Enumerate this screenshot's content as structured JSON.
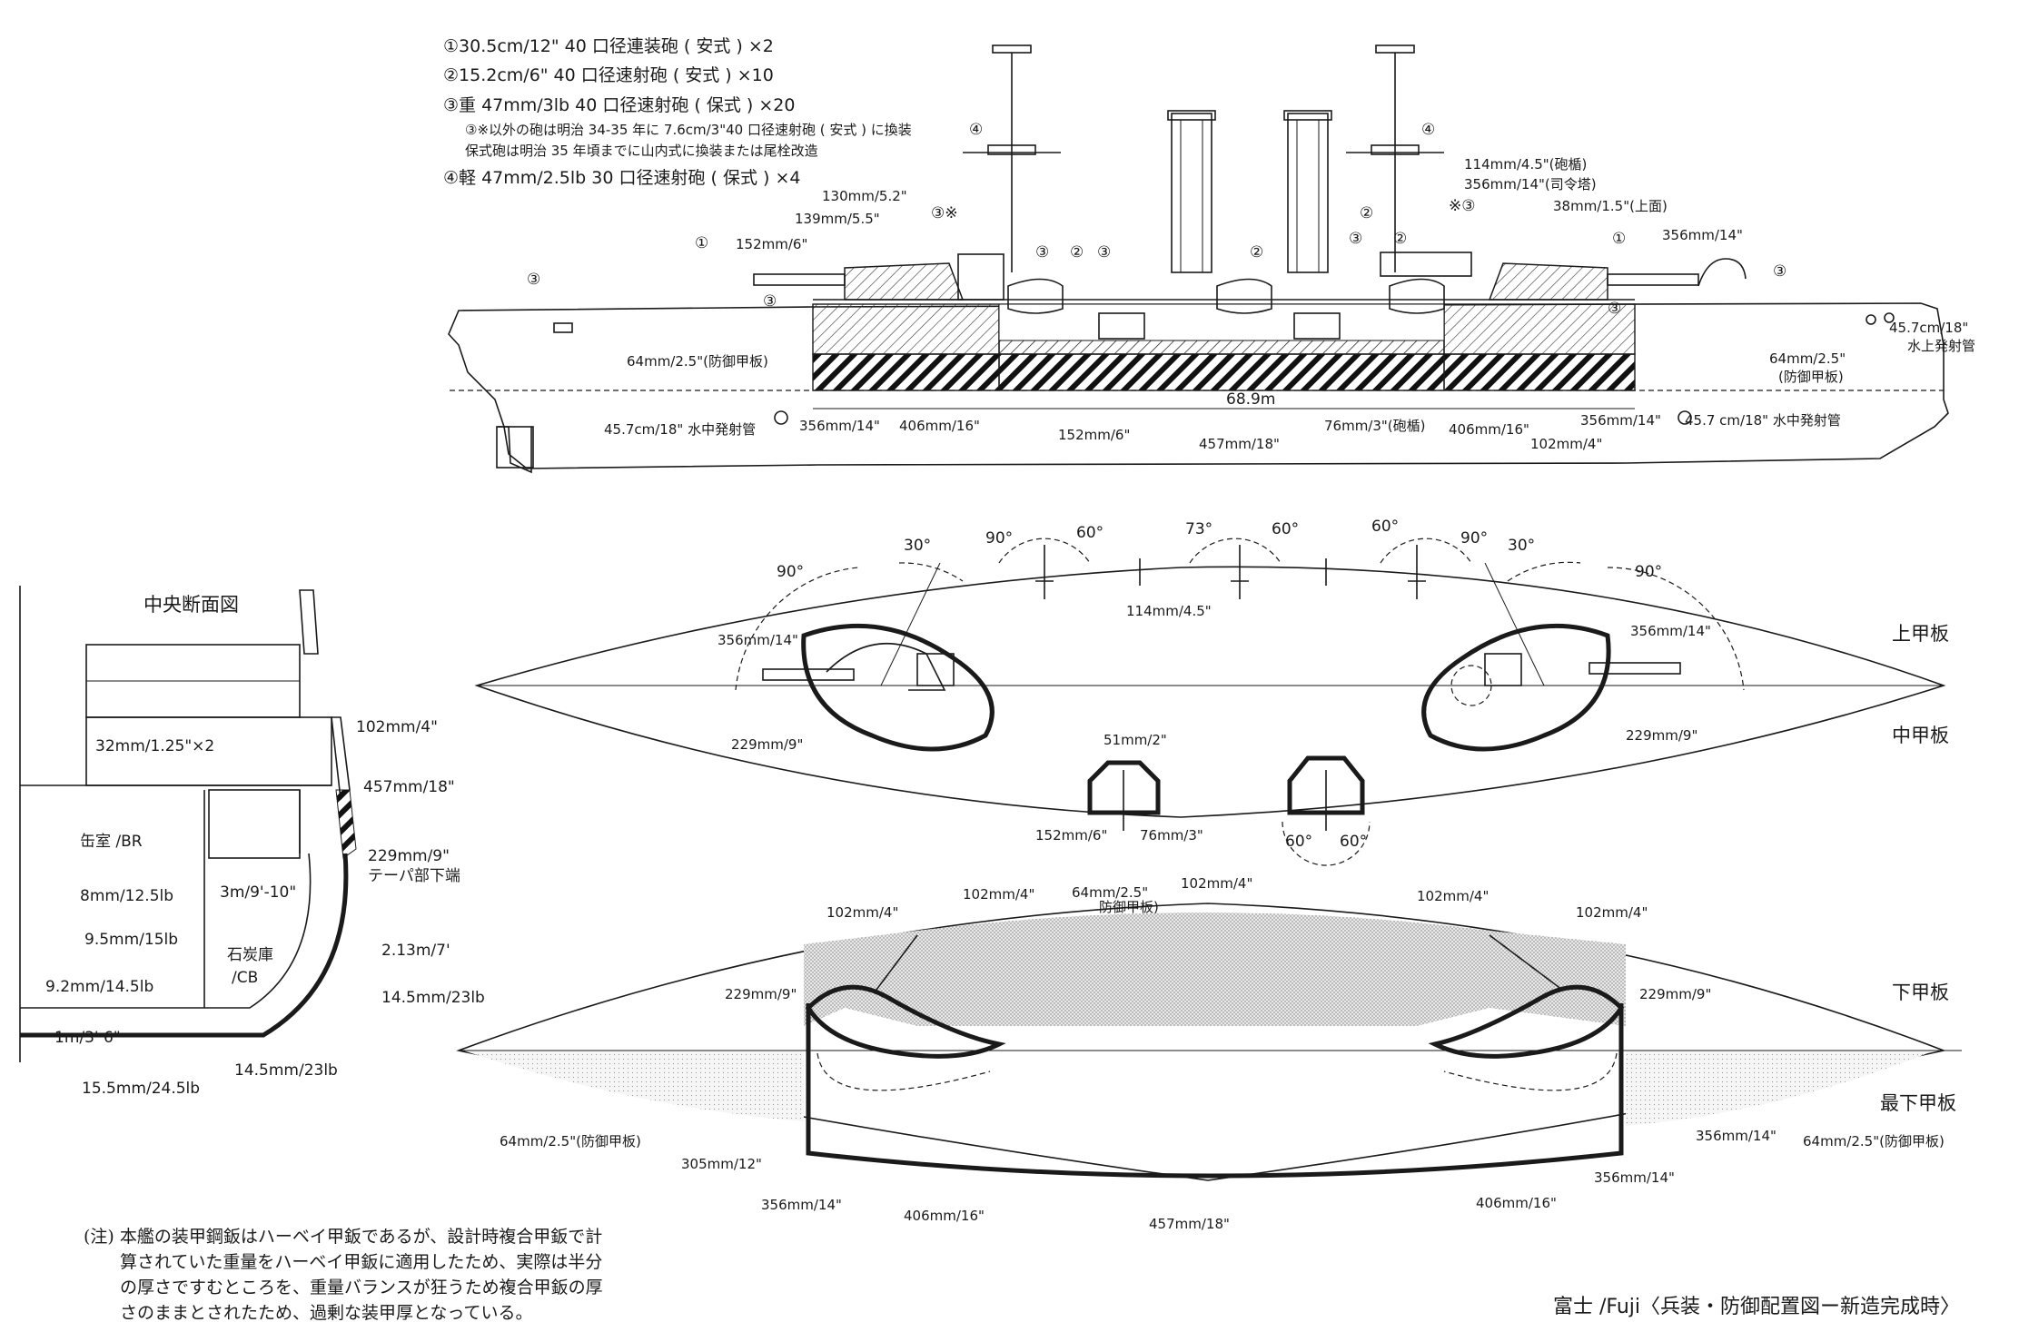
{
  "legend": {
    "weapon_1": "①30.5cm/12\" 40 口径連装砲 ( 安式 ) ×2",
    "weapon_2": "②15.2cm/6\" 40 口径速射砲 ( 安式 ) ×10",
    "weapon_3": "③重 47mm/3lb  40 口径速射砲 ( 保式 ) ×20",
    "weapon_3_note_1": "③※以外の砲は明治 34-35 年に 7.6cm/3\"40 口径速射砲 ( 安式 ) に換装",
    "weapon_3_note_2": "保式砲は明治 35 年頃までに山内式に換装または尾栓改造",
    "weapon_4": "④軽 47mm/2.5lb 30 口径速射砲 ( 保式 ) ×4"
  },
  "profile": {
    "markers": {
      "m1": "①",
      "m2": "②",
      "m3": "③",
      "m3x": "③※",
      "m4": "④",
      "x3": "※③"
    },
    "labels": {
      "armor_130": "130mm/5.2\"",
      "armor_139": "139mm/5.5\"",
      "armor_152_top": "152mm/6\"",
      "armor_114": "114mm/4.5\"(砲楯)",
      "armor_356_ct": "356mm/14\"(司令塔)",
      "armor_38": "38mm/1.5\"(上面)",
      "armor_356_fr": "356mm/14\"",
      "torp_above_1": "45.7cm/18\"",
      "torp_above_2": "水上発射管",
      "deck_fore": "64mm/2.5\"(防御甲板)",
      "deck_aft_1": "64mm/2.5\"",
      "deck_aft_2": "(防御甲板)",
      "torp_sub_fore": "45.7cm/18\" 水中発射管",
      "torp_sub_aft": "45.7 cm/18\" 水中発射管",
      "belt_length": "68.9m",
      "belt_356_l": "356mm/14\"",
      "belt_406_l": "406mm/16\"",
      "belt_152": "152mm/6\"",
      "belt_457": "457mm/18\"",
      "belt_76": "76mm/3\"(砲楯)",
      "belt_406_r": "406mm/16\"",
      "belt_102": "102mm/4\"",
      "belt_356_r": "356mm/14\""
    }
  },
  "upper_plan": {
    "deck_upper": "上甲板",
    "deck_middle": "中甲板",
    "arc_90_l": "90°",
    "arc_30_l": "30°",
    "arc_90_ml": "90°",
    "arc_60_ml": "60°",
    "arc_73": "73°",
    "arc_60_c": "60°",
    "arc_60_mr": "60°",
    "arc_90_mr": "90°",
    "arc_30_r": "30°",
    "arc_90_r": "90°",
    "armor_114": "114mm/4.5\"",
    "barbette_356_l": "356mm/14\"",
    "barbette_356_r": "356mm/14\"",
    "barbette_229_l": "229mm/9\"",
    "barbette_229_r": "229mm/9\"",
    "casemate_51": "51mm/2\"",
    "casemate_152": "152mm/6\"",
    "casemate_76": "76mm/3\"",
    "arc_60_b1": "60°",
    "arc_60_b2": "60°"
  },
  "section": {
    "title": "中央断面図",
    "l_102": "102mm/4\"",
    "l_32": "32mm/1.25\"×2",
    "l_457": "457mm/18\"",
    "l_br": "缶室 /BR",
    "l_229": "229mm/9\"",
    "l_taper": "テーパ部下端",
    "l_3m": "3m/9'-10\"",
    "l_8mm": "8mm/12.5lb",
    "l_9_5": "9.5mm/15lb",
    "l_cb_1": "石炭庫",
    "l_cb_2": "/CB",
    "l_2_13": "2.13m/7'",
    "l_9_2": "9.2mm/14.5lb",
    "l_14_5a": "14.5mm/23lb",
    "l_1m": "1m/3' 6\"",
    "l_15_5": "15.5mm/24.5lb",
    "l_14_5b": "14.5mm/23lb"
  },
  "lower_plan": {
    "deck_lower": "下甲板",
    "deck_orlop": "最下甲板",
    "l_102_a": "102mm/4\"",
    "l_102_b": "102mm/4\"",
    "l_64_c_1": "64mm/2.5\"",
    "l_64_c_2": "防御甲板)",
    "l_102_c": "102mm/4\"",
    "l_102_d": "102mm/4\"",
    "l_102_e": "102mm/4\"",
    "l_229_l": "229mm/9\"",
    "l_229_r": "229mm/9\"",
    "l_64_l": "64mm/2.5\"(防御甲板)",
    "l_64_r": "64mm/2.5\"(防御甲板)",
    "l_305": "305mm/12\"",
    "l_356_l": "356mm/14\"",
    "l_406_l": "406mm/16\"",
    "l_457": "457mm/18\"",
    "l_406_r": "406mm/16\"",
    "l_356_r": "356mm/14\"",
    "l_356_rr": "356mm/14\""
  },
  "note": {
    "line_1": "(注) 本艦の装甲鋼鈑はハーベイ甲鈑であるが、設計時複合甲鈑で計",
    "line_2": "算されていた重量をハーベイ甲鈑に適用したため、実際は半分",
    "line_3": "の厚さですむところを、重量バランスが狂うため複合甲鈑の厚",
    "line_4": "さのままとされたため、過剰な装甲厚となっている。"
  },
  "caption": "富士 /Fuji〈兵装・防御配置図ー新造完成時〉"
}
